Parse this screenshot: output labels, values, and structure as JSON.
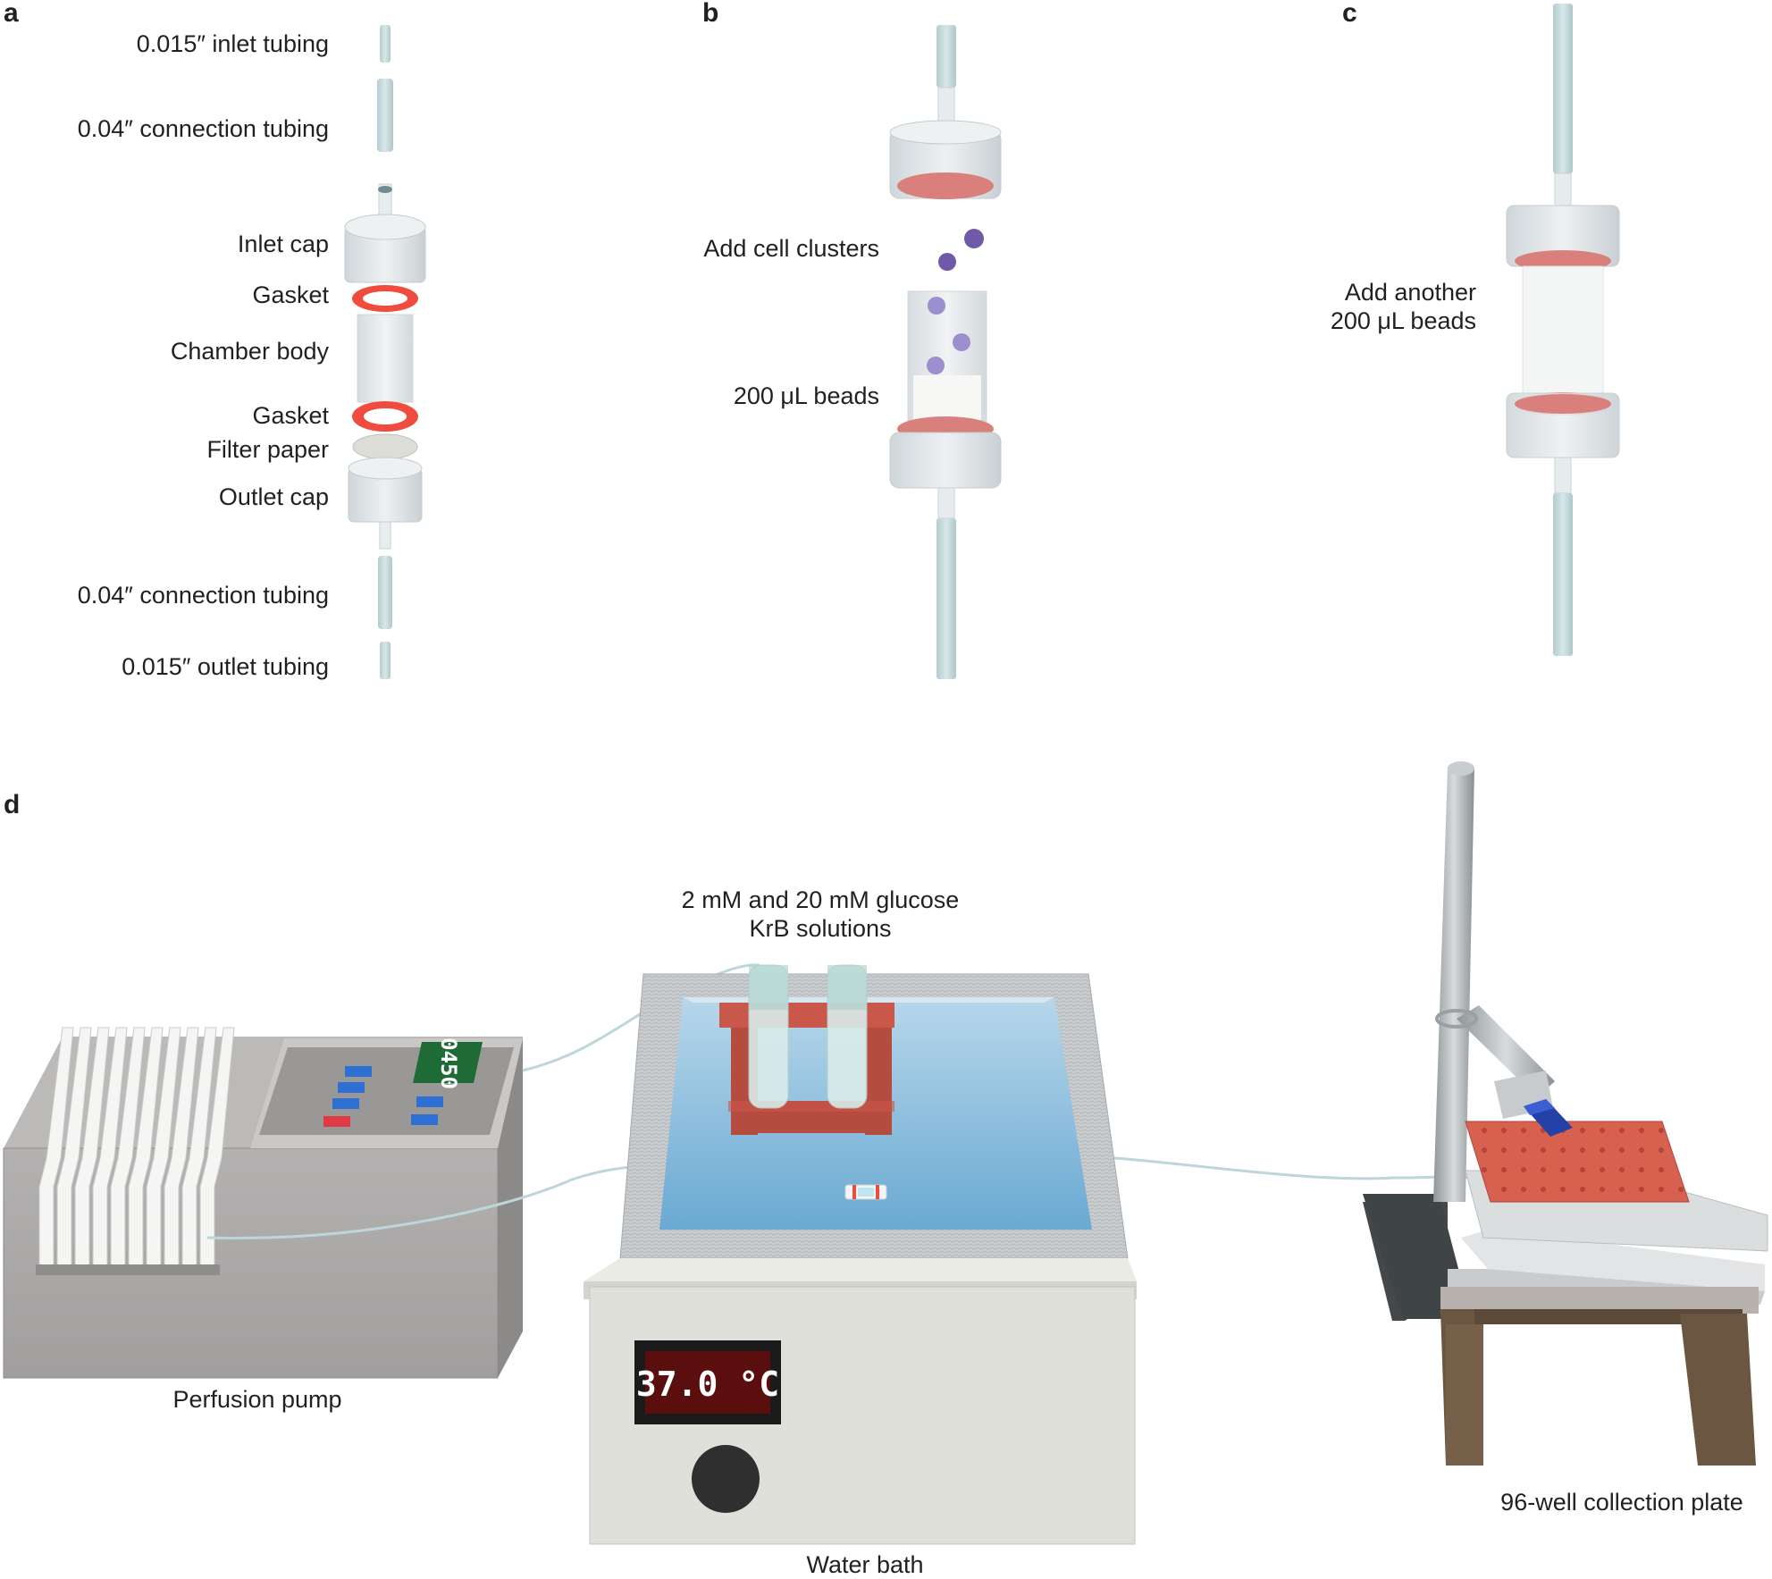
{
  "panels": {
    "a": {
      "letter": "a",
      "labels": {
        "inlet_tubing": "0.015″ inlet tubing",
        "connection_top": "0.04″ connection tubing",
        "inlet_cap": "Inlet cap",
        "gasket_top": "Gasket",
        "chamber_body": "Chamber body",
        "gasket_bottom": "Gasket",
        "filter_paper": "Filter paper",
        "outlet_cap": "Outlet cap",
        "connection_bottom": "0.04″ connection tubing",
        "outlet_tubing": "0.015″ outlet tubing"
      }
    },
    "b": {
      "letter": "b",
      "labels": {
        "add_clusters": "Add cell clusters",
        "beads": "200 μL beads"
      }
    },
    "c": {
      "letter": "c",
      "labels": {
        "line1": "Add another",
        "line2": "200 μL beads"
      }
    },
    "d": {
      "letter": "d",
      "labels": {
        "solutions_line1": "2 mM and 20 mM glucose",
        "solutions_line2": "KrB solutions",
        "pump": "Perfusion pump",
        "water_bath": "Water bath",
        "plate": "96-well collection plate"
      },
      "pump_display": "0450",
      "bath_display": "37.0 °C"
    }
  },
  "colors": {
    "gasket": "#ef4b3f",
    "gasket_muted": "#d9807c",
    "tubing": "#c8dcde",
    "cap": "#e4e8ea",
    "cell_cluster": "#6e5aa8",
    "water": "#8fc2e0",
    "rack": "#c9574a",
    "pump_body": "#a7a4a4",
    "bath_body": "#e0e0da",
    "display_bg": "#5a0e0e",
    "display_text": "#ffffff",
    "stand_leg": "#6b5642",
    "plate_top": "#d8604e"
  }
}
